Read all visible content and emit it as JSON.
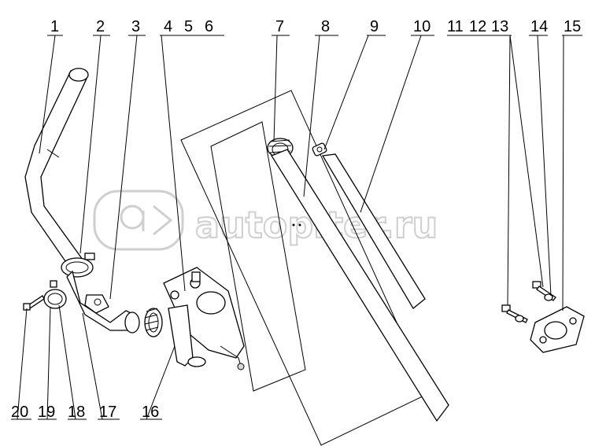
{
  "watermark": {
    "text": "autopiter.ru",
    "logo": "autopiter-logo"
  },
  "callouts": {
    "c1": "1",
    "c2": "2",
    "c3": "3",
    "c4": "4",
    "c5": "5",
    "c6": "6",
    "c7": "7",
    "c8": "8",
    "c9": "9",
    "c10": "10",
    "c11": "11",
    "c12": "12",
    "c13": "13",
    "c14": "14",
    "c15": "15",
    "c16": "16",
    "c17": "17",
    "c18": "18",
    "c19": "19",
    "c20": "20"
  }
}
